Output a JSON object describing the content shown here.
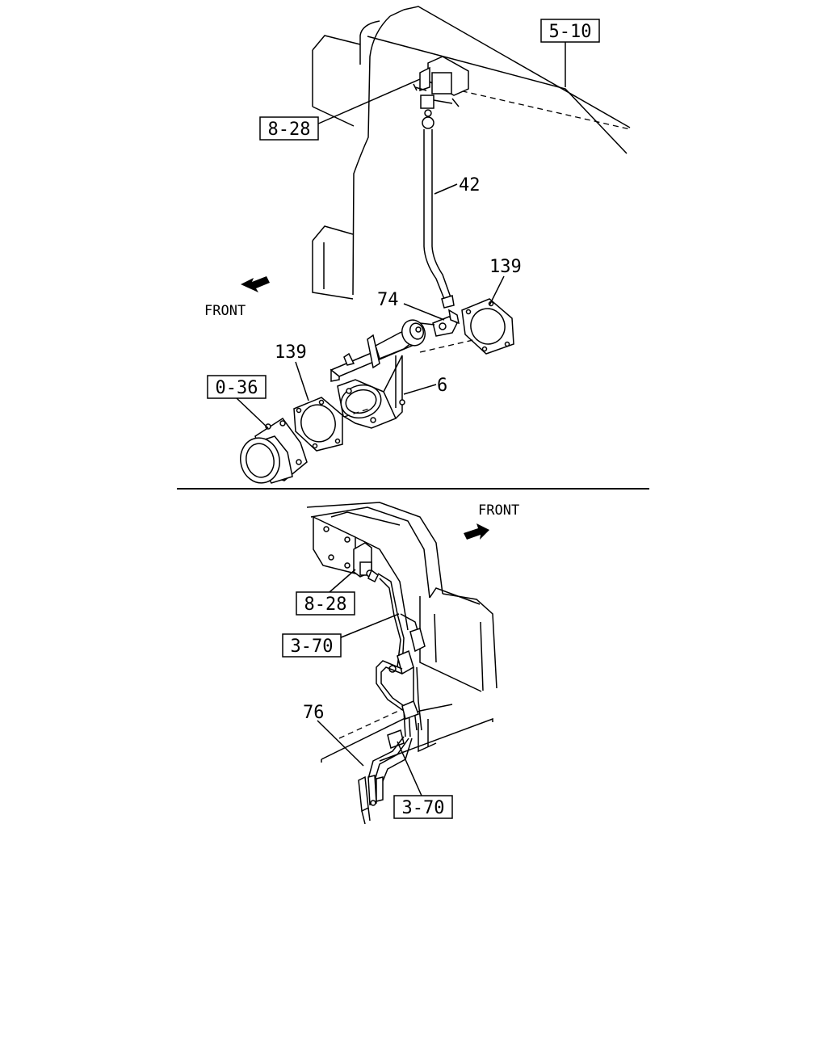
{
  "top_view": {
    "refs": {
      "frame": "5-10",
      "valve": "8-28",
      "housing": "0-36"
    },
    "parts": {
      "pipe": "42",
      "fitting": "74",
      "gasket_right": "139",
      "gasket_left": "139",
      "exhaust_brake": "6"
    },
    "direction": "FRONT"
  },
  "bottom_view": {
    "refs": {
      "valve": "8-28",
      "pipe_upper": "3-70",
      "pipe_lower": "3-70"
    },
    "parts": {
      "hose": "76"
    },
    "direction": "FRONT"
  }
}
